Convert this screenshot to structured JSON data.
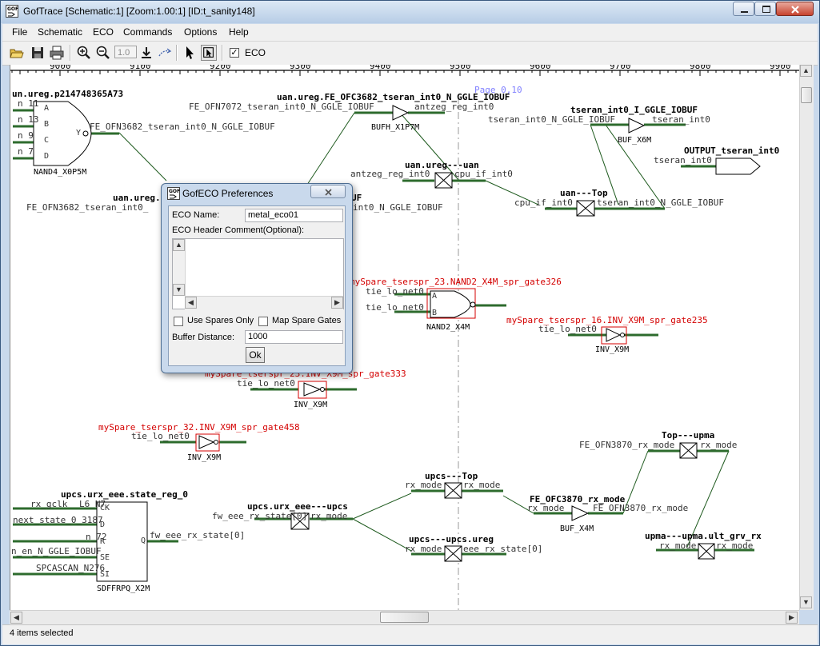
{
  "window": {
    "title": "GofTrace [Schematic:1] [Zoom:1.00:1] [ID:t_sanity148]"
  },
  "menu": {
    "items": [
      "File",
      "Schematic",
      "ECO",
      "Commands",
      "Options",
      "Help"
    ]
  },
  "toolbar": {
    "zoom_value": "1.0",
    "eco_label": "ECO",
    "eco_checked": true
  },
  "ruler": {
    "ticks": [
      "9000",
      "9100",
      "9200",
      "9300",
      "9400",
      "9500",
      "9600",
      "9700",
      "9800",
      "9900"
    ]
  },
  "schematic": {
    "page_label": "Page 0,10",
    "labels": {
      "nand4_inst": "un.ureg.p214748365A73",
      "nand4_cell": "NAND4_X0P5M",
      "nand4_pin_a_net": "n 11",
      "nand4_pin_b_net": "n 13",
      "nand4_pin_c_net": "n 9",
      "nand4_pin_d_net": "n 7",
      "pin_a": "A",
      "pin_b": "B",
      "pin_c": "C",
      "pin_d": "D",
      "pin_y": "Y",
      "fe_ofn3682_net": "FE_OFN3682_tseran_int0_N_GGLE_IOBUF",
      "bufh_inst": "uan.ureg.FE_OFC3682_tseran_int0_N_GGLE_IOBUF",
      "fe_ofn7072_net": "FE_OFN7072_tseran_int0_N_GGLE_IOBUF",
      "antzeg_reg_int0_a": "antzeg_reg_int0",
      "bufh_cell": "BUFH_X1P7M",
      "ureg_uan_inst": "uan.ureg---uan",
      "antzeg_reg_int0_b": "antzeg_reg_int0",
      "cpu_if_int0_a": "cpu_if_int0",
      "uan_ureg_left": "uan.ureg.",
      "fe_ofn3682_net_b": "FE_OFN3682_tseran_int0_",
      "iobuf_frag_top": "UF",
      "iobuf_frag_bot": "int0_N_GGLE_IOBUF",
      "tseran_buf_inst": "tseran_int0_I_GGLE_IOBUF",
      "tseran_n_net": "tseran_int0_N_GGLE_IOBUF",
      "tseran_int0_a": "tseran_int0",
      "buf_x6m": "BUF_X6M",
      "output_port": "OUTPUT_tseran_int0",
      "tseran_int0_b": "tseran_int0",
      "uan_top_inst": "uan---Top",
      "cpu_if_int0_b": "cpu_if_int0",
      "tseran_n_net_b": "tseran_int0_N_GGLE_IOBUF",
      "spare_nand2": "mySpare_tserspr_23.NAND2_X4M_spr_gate326",
      "tie_lo_1": "tie_lo_net0",
      "tie_lo_2": "tie_lo_net0",
      "nand2_cell": "NAND2_X4M",
      "spare_inv16": "mySpare_tserspr_16.INV_X9M_spr_gate235",
      "tie_lo_3": "tie_lo_net0",
      "inv_x9m_1": "INV_X9M",
      "spare_inv23": "mySpare_tserspr_23.INV_X9M_spr_gate333",
      "tie_lo_4": "tie_lo_net0",
      "inv_x9m_2": "INV_X9M",
      "spare_inv32": "mySpare_tserspr_32.INV_X9M_spr_gate458",
      "tie_lo_5": "tie_lo_net0",
      "inv_x9m_3": "INV_X9M",
      "top_upma": "Top---upma",
      "fe_ofn3870_net": "FE_OFN3870_rx_mode",
      "rx_mode_1": "rx_mode",
      "upcs_top": "upcs---Top",
      "rx_mode_2": "rx_mode",
      "rx_mode_3": "rx_mode",
      "fe_ofc3870_inst": "FE_OFC3870_rx_mode",
      "rx_mode_4": "rx_mode",
      "fe_ofn3870_net_b": "FE_OFN3870_rx_mode",
      "buf_x4m": "BUF_X4M",
      "state_reg_inst": "upcs.urx_eee.state_reg_0",
      "rx_gclk": "rx_gclk",
      "l6_n7": "L6_N7",
      "next_state": "next_state_0_3187",
      "n_72": "n_72",
      "en_iobuf": "n_en_N_GGLE_IOBUF",
      "spcascan": "SPCASCAN_N276",
      "pin_ck": "CK",
      "pin_d2": "D",
      "pin_r": "R",
      "pin_se": "SE",
      "pin_si": "SI",
      "pin_q": "Q",
      "sdffrpq": "SDFFRPQ_X2M",
      "fw_eee_rx_state": "fw_eee_rx_state[0]",
      "urx_upcs": "upcs.urx_eee---upcs",
      "fw_eee_rx_state_b": "fw_eee_rx_state[0]",
      "rx_mode_5": "rx_mode",
      "upcs_ureg": "upcs---upcs.ureg",
      "rx_mode_6": "rx_mode",
      "eee_rx_state": "eee_rx_state[0]",
      "upma_grv": "upma---upma.ult_grv_rx",
      "rx_mode_7": "rx_mode",
      "rx_mode_8": "rx_mode"
    }
  },
  "dialog": {
    "title": "GofECO Preferences",
    "eco_name_label": "ECO Name:",
    "eco_name_value": "metal_eco01",
    "header_comment_label": "ECO Header Comment(Optional):",
    "use_spares_label": "Use Spares Only",
    "map_spare_label": "Map Spare Gates",
    "buffer_distance_label": "Buffer Distance:",
    "buffer_distance_value": "1000",
    "ok_label": "Ok"
  },
  "status": {
    "text": "4 items selected"
  },
  "colors": {
    "wire": "#1e5a1e",
    "spare_text": "#d40000",
    "page_label": "#8080ff",
    "ink": "#000000"
  }
}
